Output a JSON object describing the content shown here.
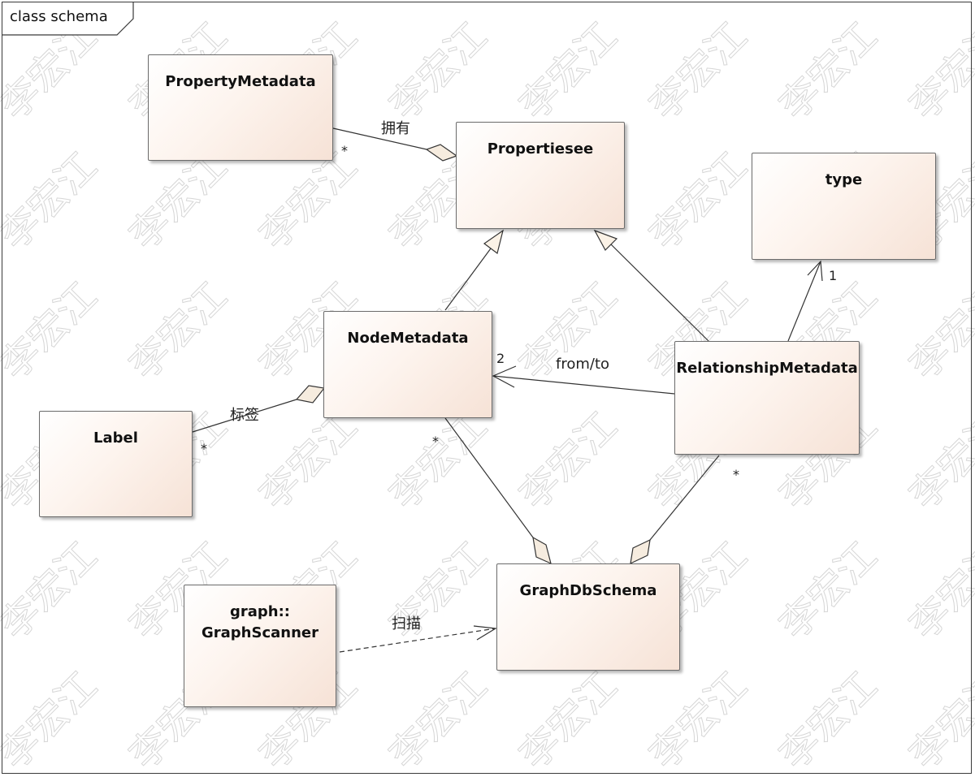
{
  "frame": {
    "title": "class schema"
  },
  "classes": {
    "property_metadata": "PropertyMetadata",
    "propertiesee": "Propertiesee",
    "type": "type",
    "node_metadata": "NodeMetadata",
    "relationship_metadata": "RelationshipMetadata",
    "label": "Label",
    "graph_scanner": "graph::\nGraphScanner",
    "graph_db_schema": "GraphDbSchema"
  },
  "associations": {
    "owns_label": "拥有",
    "tag_label": "标签",
    "from_to_label": "from/to",
    "scan_label": "扫描"
  },
  "multiplicities": {
    "property_metadata_end": "*",
    "label_end": "*",
    "node_to_schema": "*",
    "relationship_to_schema": "*",
    "from_to_end": "2",
    "type_end": "1"
  },
  "watermark": {
    "text": "李宏江"
  },
  "colors": {
    "box_fill_start": "#ffffff",
    "box_fill_end": "#f6e2d6",
    "line": "#333333"
  }
}
